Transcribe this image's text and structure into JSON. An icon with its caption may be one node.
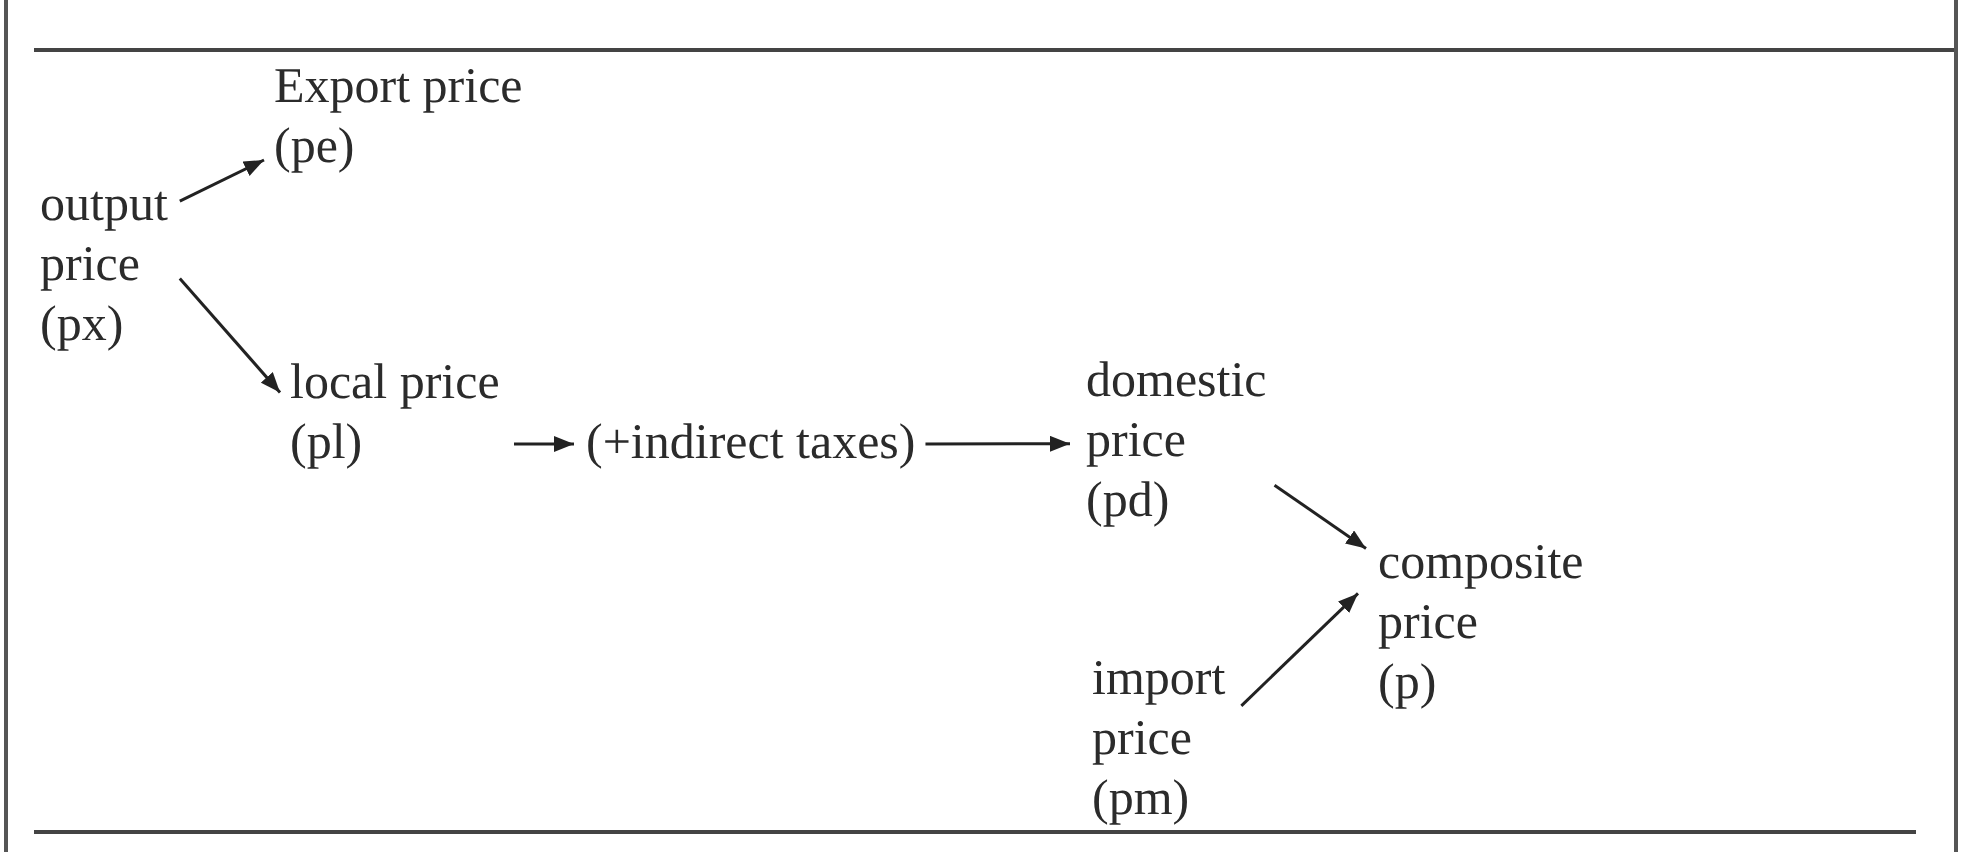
{
  "diagram": {
    "nodes": [
      {
        "text": [
          "output price (px)"
        ]
      },
      {
        "text": [
          "Export price (pe)"
        ]
      },
      {
        "text": [
          "local price (pl)"
        ]
      },
      {
        "text": [
          "(+indirect taxes)"
        ]
      },
      {
        "text": [
          "domestic price (pd)"
        ]
      },
      {
        "text": [
          "composite price (p)"
        ]
      },
      {
        "text": [
          "import price (pm)"
        ]
      }
    ],
    "edges": [
      {
        "from": 0,
        "to": 1,
        "arrow": "to"
      },
      {
        "from": 0,
        "to": 2,
        "arrow": "to"
      },
      {
        "from": 2,
        "to": 3,
        "arrow": "to"
      },
      {
        "from": 3,
        "to": 4,
        "arrow": "to"
      },
      {
        "from": 4,
        "to": 5,
        "arrow": "to"
      },
      {
        "from": 6,
        "to": 5,
        "arrow": "to"
      }
    ]
  }
}
